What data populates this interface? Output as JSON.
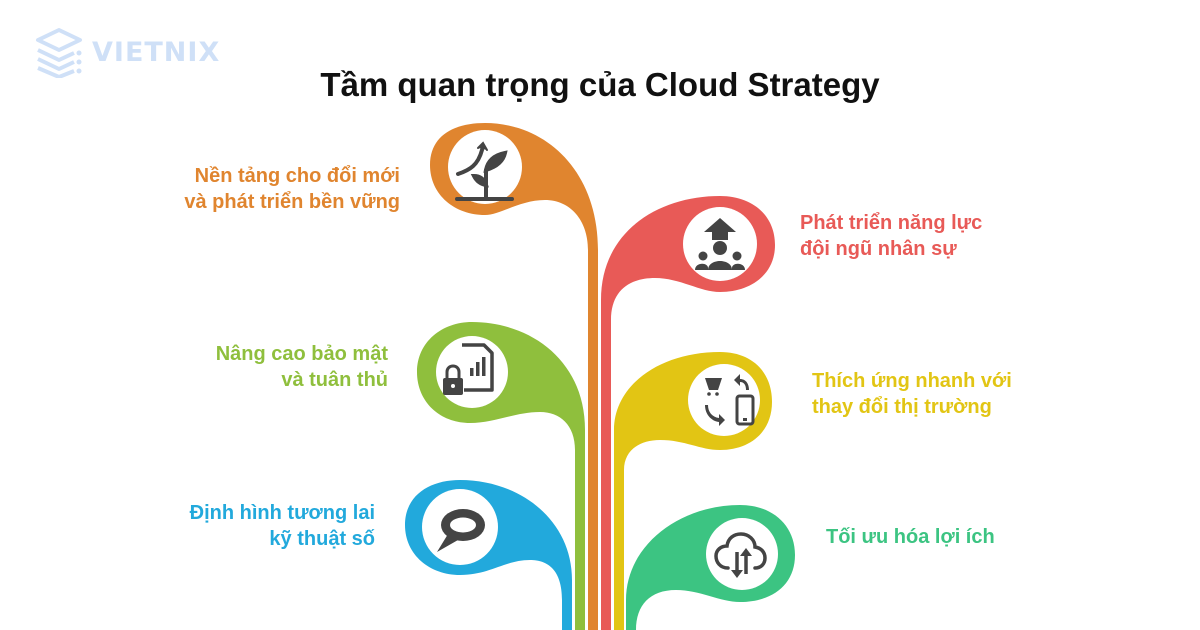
{
  "brand": {
    "name": "VIETNIX",
    "color": "#cfe0f7"
  },
  "title": "Tầm quan trọng của Cloud Strategy",
  "items": [
    {
      "id": "foundation",
      "side": "left",
      "color": "#e0852f",
      "icon": "plant-growth-icon",
      "lines": [
        "Nền tảng cho đổi mới",
        "và phát triển bền vững"
      ]
    },
    {
      "id": "workforce",
      "side": "right",
      "color": "#e85a57",
      "icon": "team-development-icon",
      "lines": [
        "Phát triển năng lực",
        "đội ngũ nhân sự"
      ]
    },
    {
      "id": "security",
      "side": "left",
      "color": "#8fbf3d",
      "icon": "secure-report-icon",
      "lines": [
        "Nâng cao bảo mật",
        "và tuân thủ"
      ]
    },
    {
      "id": "market",
      "side": "right",
      "color": "#e2c514",
      "icon": "cart-mobile-exchange-icon",
      "lines": [
        "Thích ứng nhanh với",
        "thay đổi thị trường"
      ]
    },
    {
      "id": "digital",
      "side": "left",
      "color": "#22a9dc",
      "icon": "speech-bubble-icon",
      "lines": [
        "Định hình tương lai",
        "kỹ thuật số"
      ]
    },
    {
      "id": "benefits",
      "side": "right",
      "color": "#3cc482",
      "icon": "cloud-sync-icon",
      "lines": [
        "Tối ưu hóa lợi ích"
      ]
    }
  ]
}
